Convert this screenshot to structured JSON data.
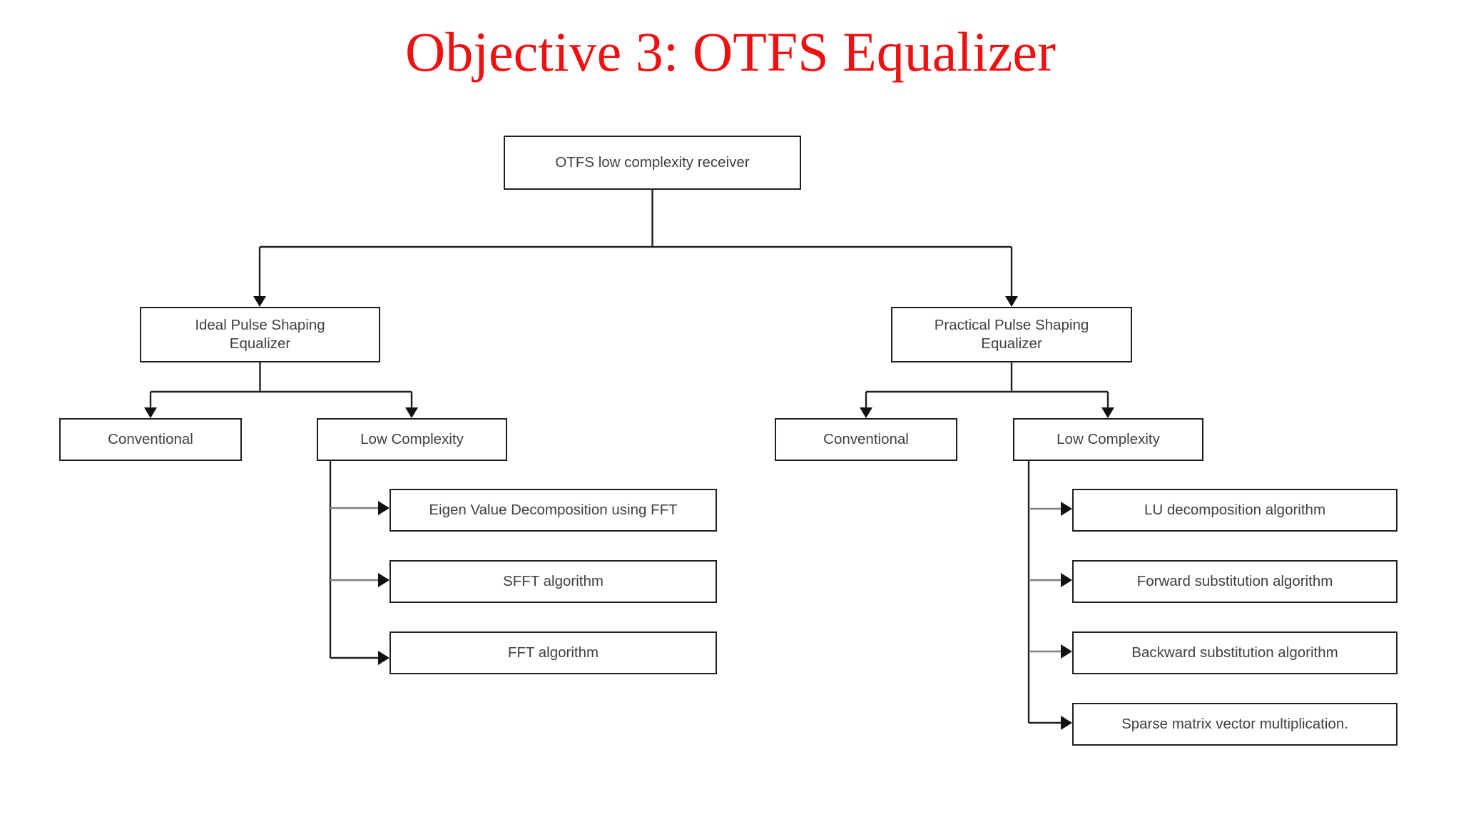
{
  "title": {
    "text": "Objective 3: OTFS Equalizer",
    "color": "#ee1111"
  },
  "diagram": {
    "nodes": {
      "root": {
        "label": "OTFS low complexity receiver"
      },
      "ideal": {
        "label": "Ideal Pulse Shaping Equalizer"
      },
      "practical": {
        "label": "Practical Pulse Shaping Equalizer"
      },
      "conv_left": {
        "label": "Conventional"
      },
      "lowc_left": {
        "label": "Low Complexity"
      },
      "conv_right": {
        "label": "Conventional"
      },
      "lowc_right": {
        "label": "Low Complexity"
      },
      "evd": {
        "label": "Eigen Value Decomposition using FFT"
      },
      "sfft": {
        "label": "SFFT algorithm"
      },
      "fft": {
        "label": "FFT algorithm"
      },
      "lu": {
        "label": "LU decomposition algorithm"
      },
      "forward": {
        "label": "Forward substitution algorithm"
      },
      "backward": {
        "label": "Backward substitution algorithm"
      },
      "sparse": {
        "label": "Sparse matrix vector multiplication."
      }
    },
    "edges": [
      {
        "from": "root",
        "to": "ideal"
      },
      {
        "from": "root",
        "to": "practical"
      },
      {
        "from": "ideal",
        "to": "conv_left"
      },
      {
        "from": "ideal",
        "to": "lowc_left"
      },
      {
        "from": "practical",
        "to": "conv_right"
      },
      {
        "from": "practical",
        "to": "lowc_right"
      },
      {
        "from": "lowc_left",
        "to": "evd"
      },
      {
        "from": "lowc_left",
        "to": "sfft"
      },
      {
        "from": "lowc_left",
        "to": "fft"
      },
      {
        "from": "lowc_right",
        "to": "lu"
      },
      {
        "from": "lowc_right",
        "to": "forward"
      },
      {
        "from": "lowc_right",
        "to": "backward"
      },
      {
        "from": "lowc_right",
        "to": "sparse"
      }
    ],
    "colors": {
      "background": "#ffffff",
      "box_fill": "#ffffff",
      "box_border": "#1f1f1f",
      "node_text": "#3f3f3f",
      "connector": "#1f1f1f",
      "connector_shaft_gray": "#7f7f7f",
      "arrowhead": "#111111"
    }
  }
}
